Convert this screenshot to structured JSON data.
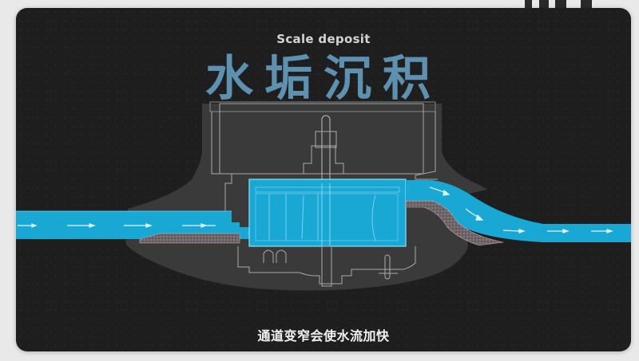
{
  "slide": {
    "subtitle_en": "Scale deposit",
    "title_cn": "水垢沉积",
    "caption_cn": "通道变窄会使水流加快"
  },
  "diagram": {
    "subject": "water-meter-cross-section",
    "flow_direction": "left-to-right",
    "elements": [
      "inlet-pipe",
      "meter-body",
      "impeller-chamber",
      "register-housing",
      "outlet-pipe",
      "scale-deposit-layer",
      "flow-arrows"
    ]
  },
  "colors": {
    "panel_background": "#1e1e1f",
    "title_blue": "#5e90b0",
    "water": "#19a7d4",
    "body_fill": "#3a3a3b",
    "outline": "#a9a9a9",
    "scale_deposit": "#7b6f74",
    "caption": "#f2f2f2"
  }
}
